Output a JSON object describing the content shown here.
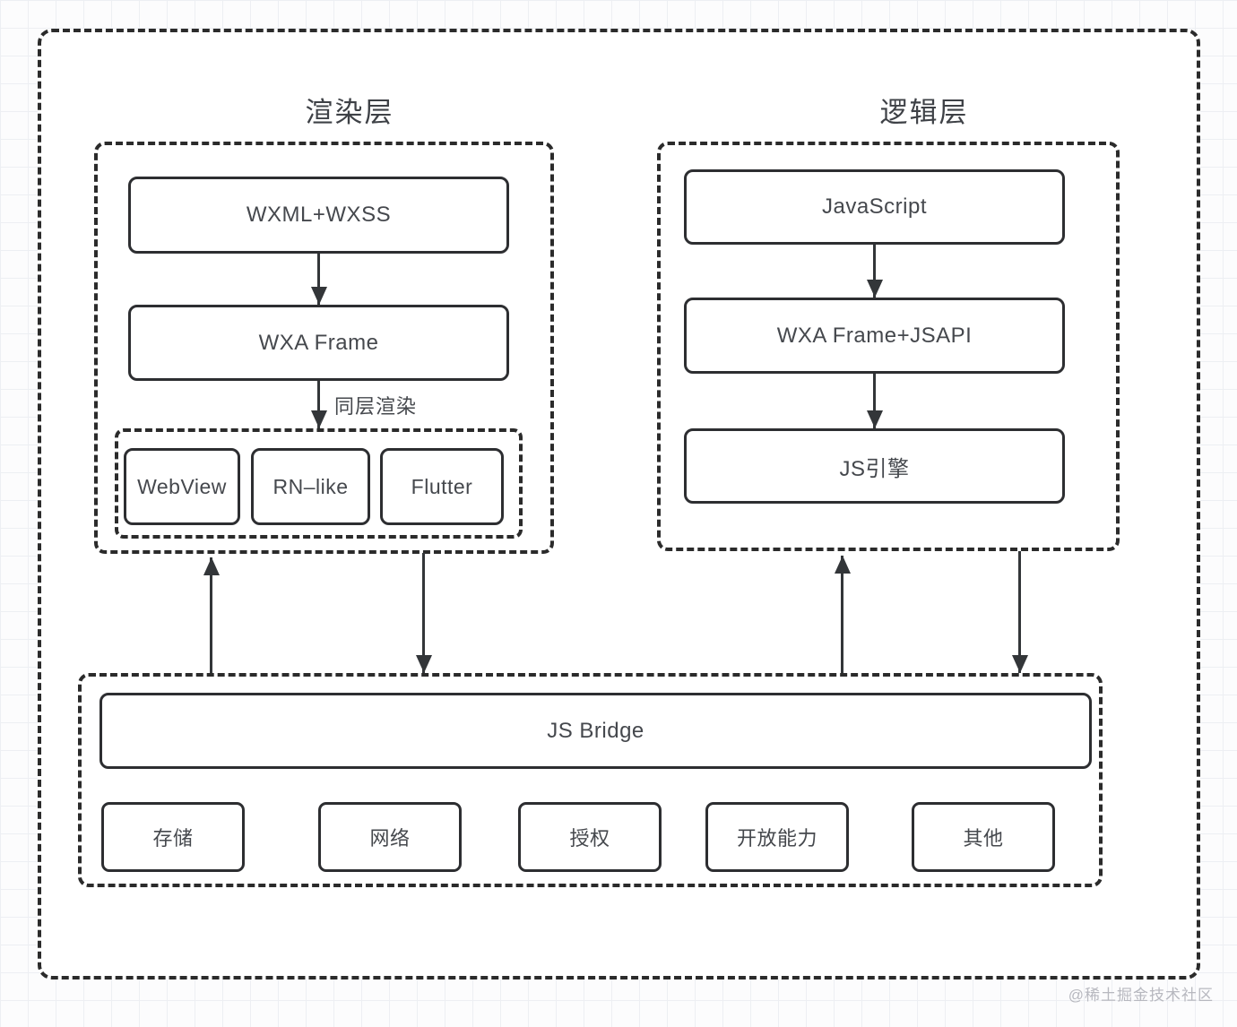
{
  "render_layer": {
    "title": "渲染层",
    "wxml_box": "WXML+WXSS",
    "frame_box": "WXA Frame",
    "arrow_label": "同层渲染",
    "renderers": [
      "WebView",
      "RN–like",
      "Flutter"
    ]
  },
  "logic_layer": {
    "title": "逻辑层",
    "javascript_box": "JavaScript",
    "frame_box": "WXA Frame+JSAPI",
    "engine_box": "JS引擎"
  },
  "native_layer": {
    "bridge_box": "JS Bridge",
    "capabilities": [
      "存储",
      "网络",
      "授权",
      "开放能力",
      "其他"
    ]
  },
  "watermark": "@稀土掘金技术社区",
  "colors": {
    "line": "#2b2b2b",
    "text": "#45484d",
    "grid": "#edeff3",
    "watermark": "#b7b8bf"
  }
}
